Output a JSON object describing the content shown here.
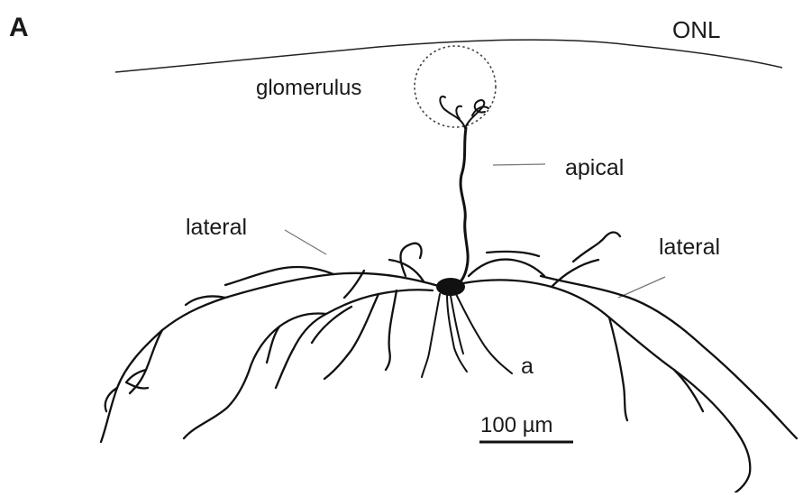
{
  "figure": {
    "panel_label": "A",
    "labels": {
      "onl": "ONL",
      "glomerulus": "glomerulus",
      "apical": "apical",
      "lateral_left": "lateral",
      "lateral_right": "lateral",
      "axon": "a",
      "scale_bar": "100 µm"
    }
  }
}
